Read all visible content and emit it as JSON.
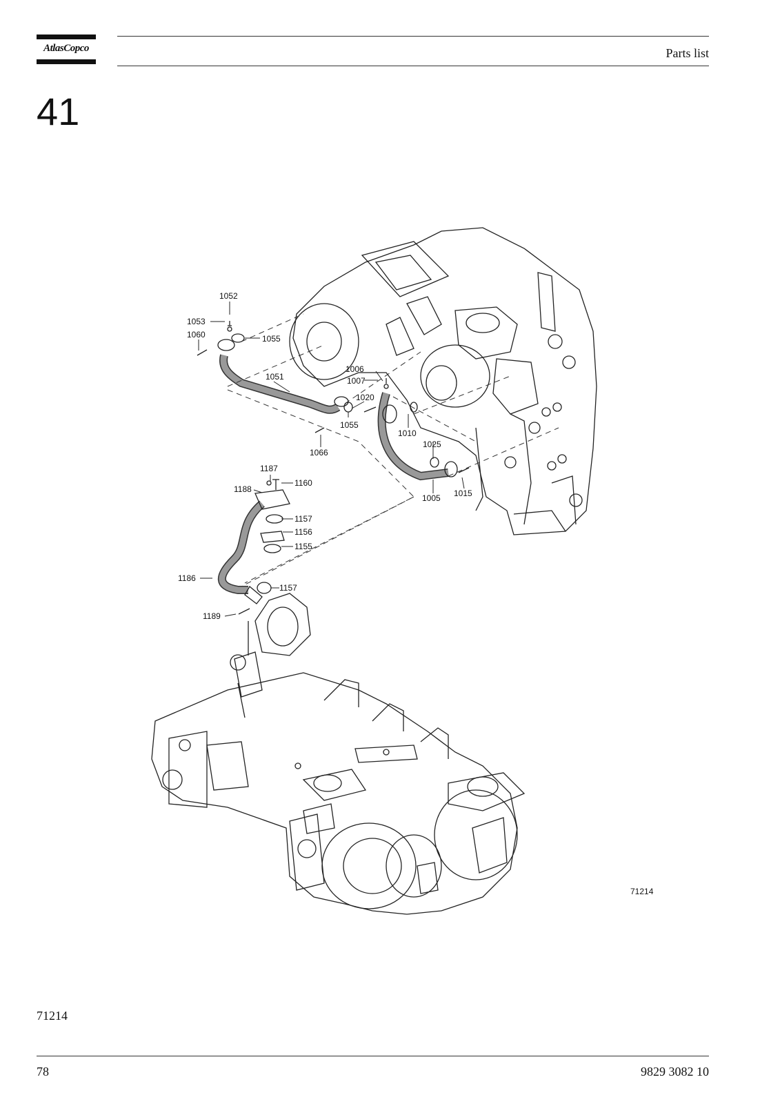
{
  "header": {
    "brand": "AtlasCopco",
    "title": "Parts list"
  },
  "section": {
    "number": "41"
  },
  "drawing": {
    "callouts": {
      "c1052": "1052",
      "c1053": "1053",
      "c1060": "1060",
      "c1055a": "1055",
      "c1051": "1051",
      "c1006": "1006",
      "c1007": "1007",
      "c1020": "1020",
      "c1055b": "1055",
      "c1010": "1010",
      "c1025": "1025",
      "c1066": "1066",
      "c1005": "1005",
      "c1015": "1015",
      "c1187": "1187",
      "c1188": "1188",
      "c1160": "1160",
      "c1157a": "1157",
      "c1156": "1156",
      "c1155": "1155",
      "c1186": "1186",
      "c1157b": "1157",
      "c1189": "1189"
    },
    "figure_number": "71214"
  },
  "footer": {
    "figure_reference": "71214",
    "page_number": "78",
    "document_number": "9829 3082 10"
  }
}
